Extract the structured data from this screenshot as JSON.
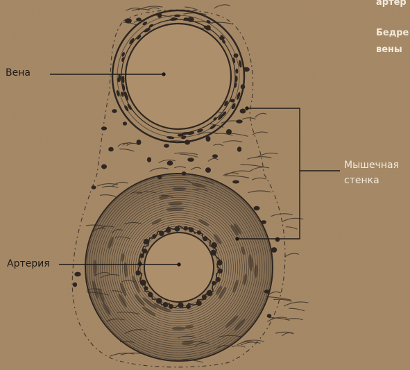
{
  "colors": {
    "background": "#a88a66",
    "background_light": "#b69a76",
    "ink": "#2e2620",
    "label_dark": "#1e1a16",
    "label_light": "#f3eadc"
  },
  "labels": {
    "vein": "Вена",
    "artery": "Артерия",
    "muscle_line1": "Мышечная",
    "muscle_line2": "стенка"
  },
  "side_text": {
    "line1": "артер",
    "line2": "Бедре",
    "line3": "вены"
  }
}
